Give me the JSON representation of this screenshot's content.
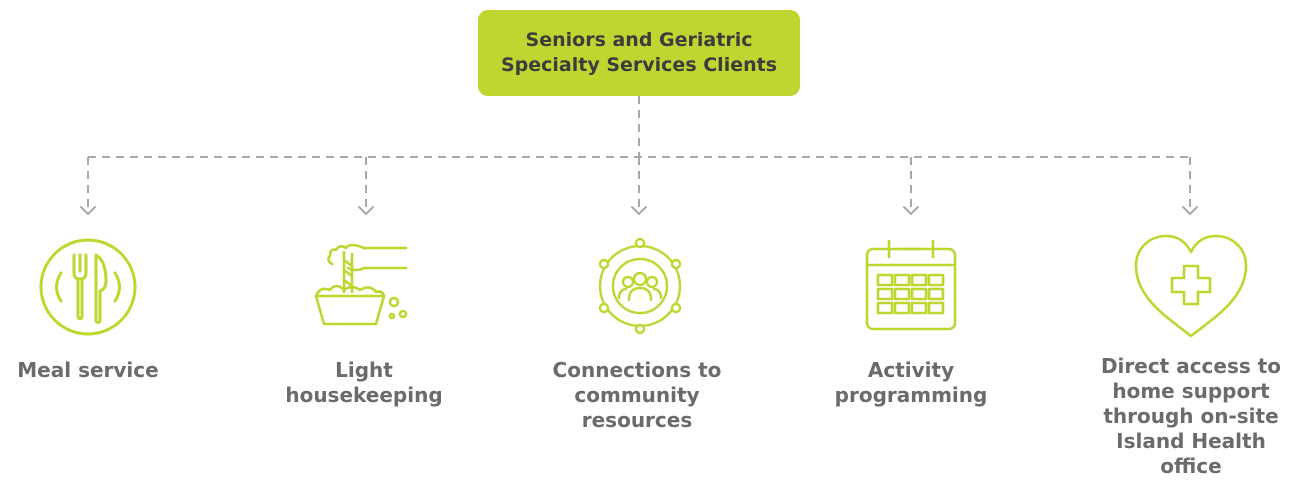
{
  "header": {
    "line1": "Seniors and Geriatric",
    "line2": "Specialty Services Clients"
  },
  "services": [
    {
      "lines": [
        "Meal service"
      ],
      "icon": "meal-icon"
    },
    {
      "lines": [
        "Light",
        "housekeeping"
      ],
      "icon": "housekeeping-icon"
    },
    {
      "lines": [
        "Connections to",
        "community",
        "resources"
      ],
      "icon": "community-icon"
    },
    {
      "lines": [
        "Activity",
        "programming"
      ],
      "icon": "calendar-icon"
    },
    {
      "lines": [
        "Direct access to",
        "home support",
        "through on-site",
        "Island Health",
        "office"
      ],
      "icon": "heart-cross-icon"
    }
  ],
  "colors": {
    "accent": "#bfd630",
    "text": "#6b6b6b",
    "connector": "#a8a8a8"
  }
}
